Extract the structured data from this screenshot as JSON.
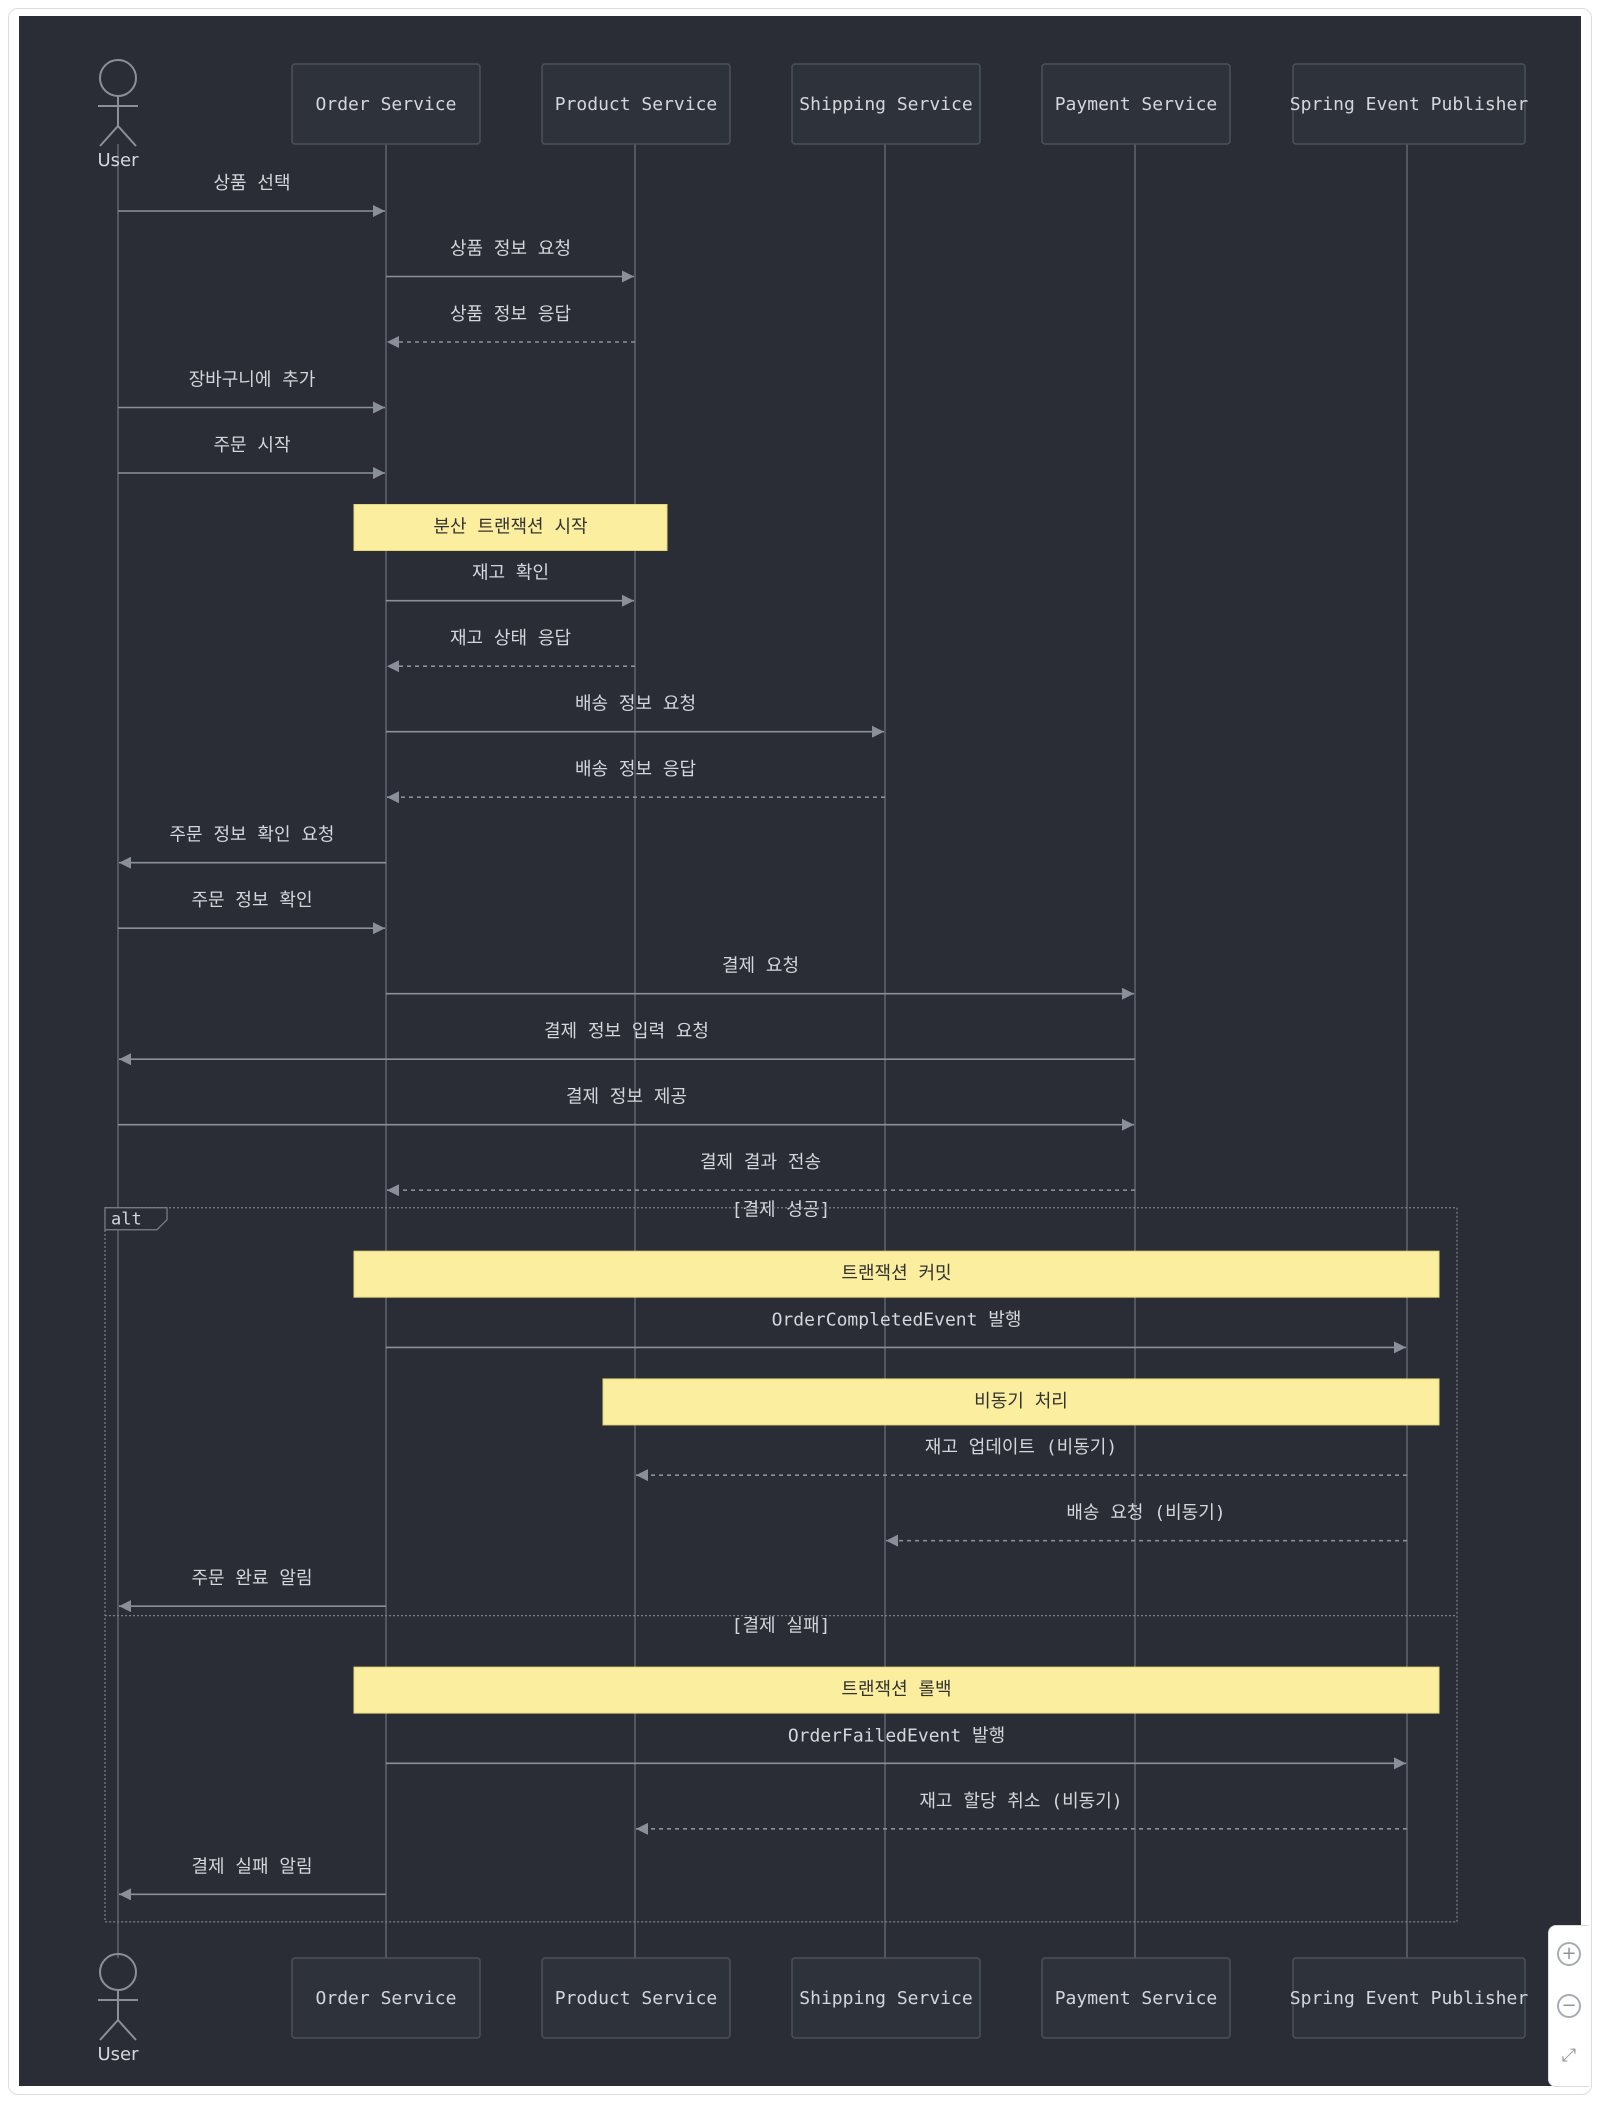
{
  "participants": [
    {
      "id": "user",
      "label": "User",
      "actor": true
    },
    {
      "id": "order",
      "label": "Order Service"
    },
    {
      "id": "product",
      "label": "Product Service"
    },
    {
      "id": "shipping",
      "label": "Shipping Service"
    },
    {
      "id": "payment",
      "label": "Payment Service"
    },
    {
      "id": "spring",
      "label": "Spring Event Publisher"
    }
  ],
  "messages": [
    {
      "from": "user",
      "to": "order",
      "label": "상품 선택",
      "dashed": false
    },
    {
      "from": "order",
      "to": "product",
      "label": "상품 정보 요청",
      "dashed": false
    },
    {
      "from": "product",
      "to": "order",
      "label": "상품 정보 응답",
      "dashed": true
    },
    {
      "from": "user",
      "to": "order",
      "label": "장바구니에 추가",
      "dashed": false
    },
    {
      "from": "user",
      "to": "order",
      "label": "주문 시작",
      "dashed": false
    },
    {
      "note": "분산 트랜잭션 시작",
      "over": [
        "order",
        "product"
      ]
    },
    {
      "from": "order",
      "to": "product",
      "label": "재고 확인",
      "dashed": false
    },
    {
      "from": "product",
      "to": "order",
      "label": "재고 상태 응답",
      "dashed": true
    },
    {
      "from": "order",
      "to": "shipping",
      "label": "배송 정보 요청",
      "dashed": false
    },
    {
      "from": "shipping",
      "to": "order",
      "label": "배송 정보 응답",
      "dashed": true
    },
    {
      "from": "order",
      "to": "user",
      "label": "주문 정보 확인 요청",
      "dashed": false
    },
    {
      "from": "user",
      "to": "order",
      "label": "주문 정보 확인",
      "dashed": false
    },
    {
      "from": "order",
      "to": "payment",
      "label": "결제 요청",
      "dashed": false
    },
    {
      "from": "payment",
      "to": "user",
      "label": "결제 정보 입력 요청",
      "dashed": false
    },
    {
      "from": "user",
      "to": "payment",
      "label": "결제 정보 제공",
      "dashed": false
    },
    {
      "from": "payment",
      "to": "order",
      "label": "결제 결과 전송",
      "dashed": true
    }
  ],
  "alt": {
    "keyword": "alt",
    "branches": [
      {
        "condition": "[결제 성공]",
        "items": [
          {
            "note": "트랜잭션 커밋",
            "over": [
              "order",
              "spring"
            ]
          },
          {
            "from": "order",
            "to": "spring",
            "label": "OrderCompletedEvent 발행",
            "dashed": false
          },
          {
            "note": "비동기 처리",
            "over": [
              "product",
              "spring"
            ]
          },
          {
            "from": "spring",
            "to": "product",
            "label": "재고 업데이트 (비동기)",
            "dashed": true
          },
          {
            "from": "spring",
            "to": "shipping",
            "label": "배송 요청 (비동기)",
            "dashed": true
          },
          {
            "from": "order",
            "to": "user",
            "label": "주문 완료 알림",
            "dashed": false
          }
        ]
      },
      {
        "condition": "[결제 실패]",
        "items": [
          {
            "note": "트랜잭션 롤백",
            "over": [
              "order",
              "spring"
            ]
          },
          {
            "from": "order",
            "to": "spring",
            "label": "OrderFailedEvent 발행",
            "dashed": false
          },
          {
            "from": "spring",
            "to": "product",
            "label": "재고 할당 취소 (비동기)",
            "dashed": true
          },
          {
            "from": "order",
            "to": "user",
            "label": "결제 실패 알림",
            "dashed": false
          }
        ]
      }
    ]
  },
  "zoom_controls": {
    "zoom_in": "+",
    "zoom_out": "−",
    "fit": "⤢"
  },
  "colors": {
    "background": "#2a2d35",
    "box_fill": "#2e323b",
    "box_stroke": "#4b505b",
    "line": "#8a909a",
    "text": "#d3d6dc",
    "note_fill": "#fbee9e",
    "note_text": "#333333"
  }
}
